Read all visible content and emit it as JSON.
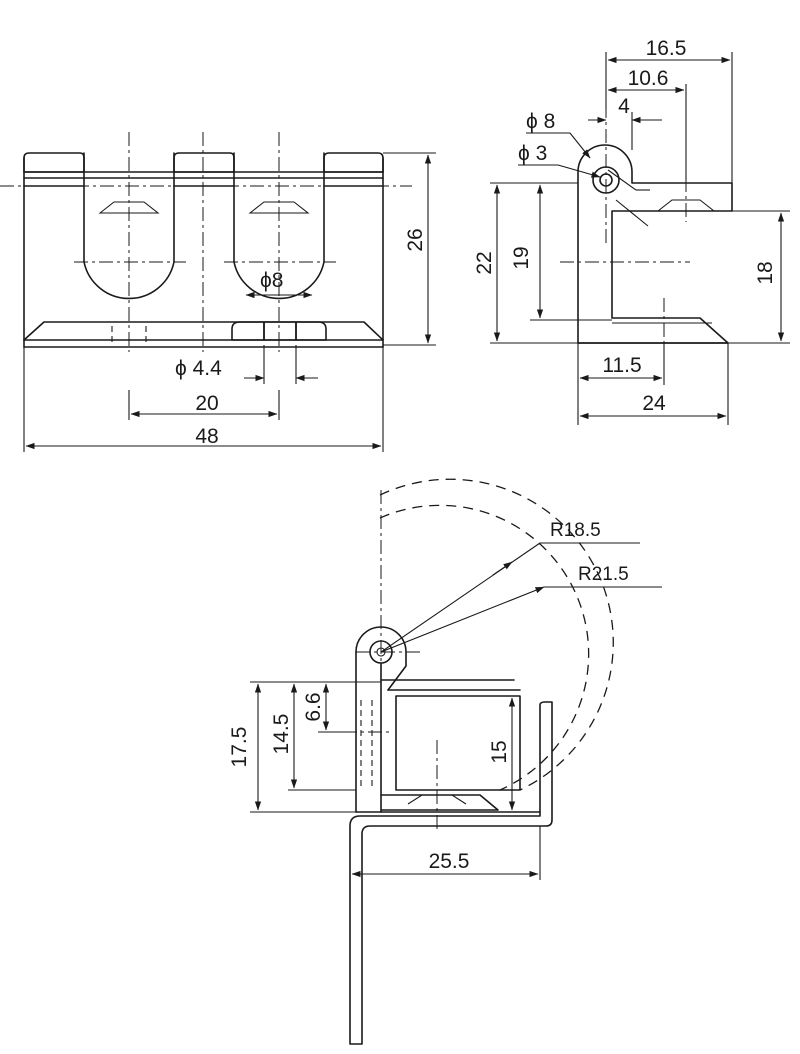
{
  "front_view": {
    "dim_height": "26",
    "dim_bore": "ϕ8",
    "dim_hole": "ϕ 4.4",
    "dim_pitch": "20",
    "dim_length": "48"
  },
  "side_view": {
    "dim_reach": "16.5",
    "dim_pin_offset": "10.6",
    "dim_knuckle": "4",
    "dim_knuckle_dia": "ϕ 8",
    "dim_pin_dia": "ϕ 3",
    "dim_overall_height": "22",
    "dim_pin_height": "19",
    "dim_arm_height": "18",
    "dim_hole_offset": "11.5",
    "dim_depth": "24"
  },
  "mounting_view": {
    "dim_sweep_inner": "R18.5",
    "dim_sweep_outer": "R21.5",
    "dim_height_total": "17.5",
    "dim_height_mid": "14.5",
    "dim_gap": "6.6",
    "dim_door": "15",
    "dim_width": "25.5"
  }
}
